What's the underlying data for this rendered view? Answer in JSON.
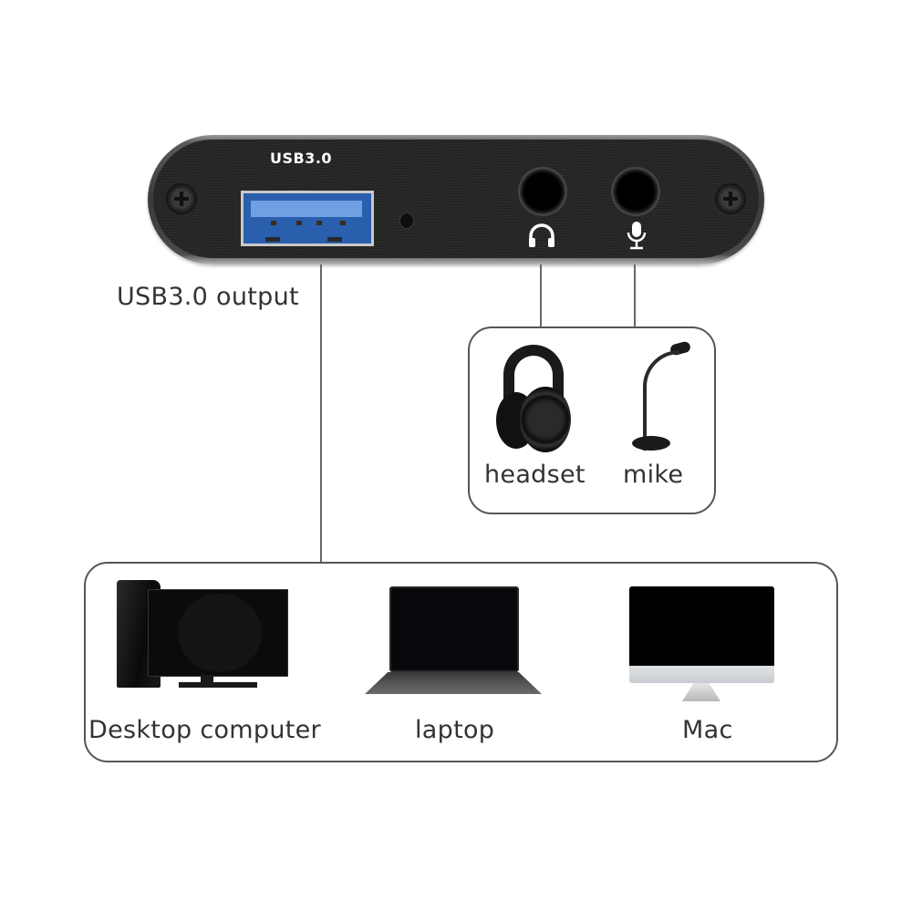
{
  "device": {
    "panel_label": "USB3.0",
    "ports": [
      {
        "name": "usb-a-port",
        "type": "USB 3.0 Type-A",
        "color": "#2a5fae"
      },
      {
        "name": "reset-hole",
        "type": "pinhole"
      },
      {
        "name": "headphone-jack",
        "icon": "headphones-icon"
      },
      {
        "name": "microphone-jack",
        "icon": "microphone-icon"
      }
    ],
    "icons": {
      "headphones": "🎧",
      "microphone": "🎤"
    }
  },
  "labels": {
    "usb_output": "USB3.0 output"
  },
  "audio_box": {
    "items": [
      {
        "label": "headset",
        "icon": "headset-image"
      },
      {
        "label": "mike",
        "icon": "microphone-image"
      }
    ]
  },
  "computers_box": {
    "items": [
      {
        "label": "Desktop computer",
        "icon": "desktop-computer-image"
      },
      {
        "label": "laptop",
        "icon": "laptop-image"
      },
      {
        "label": "Mac",
        "icon": "imac-image"
      }
    ]
  },
  "colors": {
    "background": "#ffffff",
    "line": "#666666",
    "text": "#333333",
    "device_body": "#2a2a2a",
    "usb_blue": "#2a5fae"
  }
}
